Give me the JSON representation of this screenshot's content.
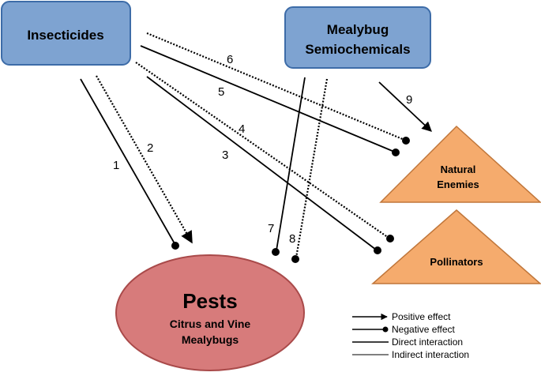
{
  "nodes": {
    "insecticides": {
      "label": "Insecticides"
    },
    "semiochemicals": {
      "line1": "Mealybug",
      "line2": "Semiochemicals"
    },
    "natural_enemies": {
      "line1": "Natural",
      "line2": "Enemies"
    },
    "pollinators": {
      "label": "Pollinators"
    },
    "pests": {
      "title": "Pests",
      "line1": "Citrus and Vine",
      "line2": "Mealybugs"
    }
  },
  "interactions": [
    {
      "id": "1",
      "label": "1",
      "from": "Insecticides",
      "to": "Pests",
      "effect": "negative",
      "interaction": "direct"
    },
    {
      "id": "2",
      "label": "2",
      "from": "Insecticides",
      "to": "Pests",
      "effect": "positive",
      "interaction": "indirect"
    },
    {
      "id": "3",
      "label": "3",
      "from": "Insecticides",
      "to": "Pollinators",
      "effect": "negative",
      "interaction": "direct"
    },
    {
      "id": "4",
      "label": "4",
      "from": "Insecticides",
      "to": "Pollinators",
      "effect": "negative",
      "interaction": "indirect"
    },
    {
      "id": "5",
      "label": "5",
      "from": "Insecticides",
      "to": "Natural Enemies",
      "effect": "negative",
      "interaction": "direct"
    },
    {
      "id": "6",
      "label": "6",
      "from": "Insecticides",
      "to": "Natural Enemies",
      "effect": "negative",
      "interaction": "indirect"
    },
    {
      "id": "7",
      "label": "7",
      "from": "Mealybug Semiochemicals",
      "to": "Pests",
      "effect": "negative",
      "interaction": "direct"
    },
    {
      "id": "8",
      "label": "8",
      "from": "Mealybug Semiochemicals",
      "to": "Pests",
      "effect": "negative",
      "interaction": "indirect"
    },
    {
      "id": "9",
      "label": "9",
      "from": "Mealybug Semiochemicals",
      "to": "Natural Enemies",
      "effect": "positive",
      "interaction": "direct"
    }
  ],
  "legend": {
    "positive": "Positive effect",
    "negative": "Negative effect",
    "direct": "Direct interaction",
    "indirect": "Indirect interaction"
  },
  "colors": {
    "box_fill": "#7ea3d1",
    "box_stroke": "#3d6ca8",
    "triangle_fill": "#f5ab6d",
    "triangle_stroke": "#c0763a",
    "ellipse_fill": "#d77b7b",
    "ellipse_stroke": "#a94a4a",
    "line": "#000000"
  }
}
